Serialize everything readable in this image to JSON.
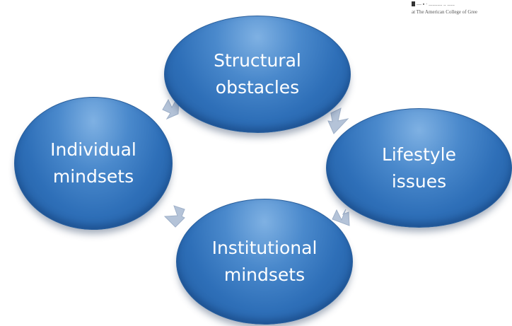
{
  "header_fragment": {
    "line1": "— ▪ ·  ........... .. ......",
    "line2": "at The American College of Gree"
  },
  "cycle": {
    "nodes": [
      {
        "id": "structural",
        "label": "Structural\nobstacles"
      },
      {
        "id": "lifestyle",
        "label": "Lifestyle\nissues"
      },
      {
        "id": "institutional",
        "label": "Institutional\nmindsets"
      },
      {
        "id": "individual",
        "label": "Individual\nmindsets"
      }
    ],
    "colors": {
      "node_fill": "#2e6fb8",
      "node_highlight": "#7fb1e3",
      "node_text": "#ffffff",
      "arrow_fill": "#b4c3d8"
    }
  }
}
